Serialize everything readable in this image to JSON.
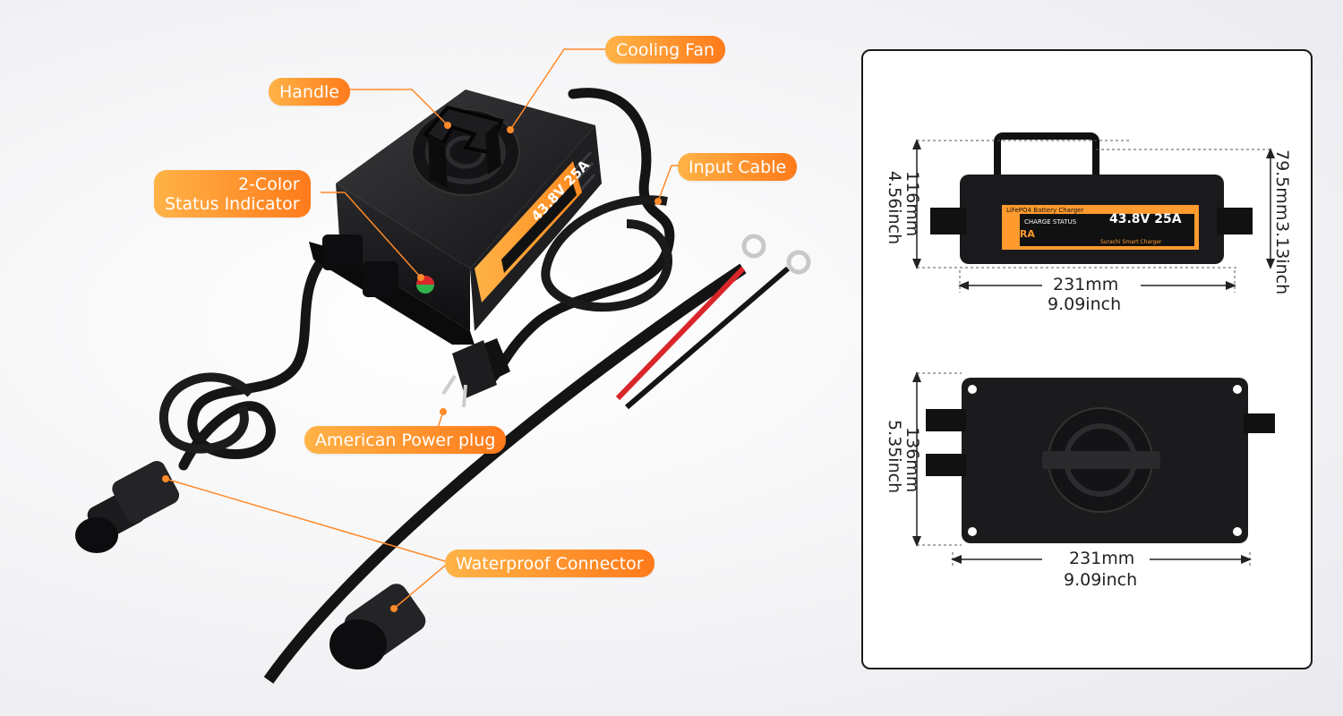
{
  "product": {
    "brand": "SURA",
    "label_title": "LiFePO4 Battery Charger",
    "rating": "43.8V 25A",
    "charge_status": "CHARGE STATUS",
    "subtitle": "Surachi Smart Charger"
  },
  "callouts": {
    "cooling_fan": "Cooling Fan",
    "handle": "Handle",
    "status_indicator_line1": "2-Color",
    "status_indicator_line2": "Status Indicator",
    "input_cable": "Input Cable",
    "power_plug": "American Power plug",
    "waterproof_connector": "Waterproof Connector"
  },
  "dimensions": {
    "side_height_mm": "116mm",
    "side_height_inch": "4.56inch",
    "side_depth_mm": "79.5mm",
    "side_depth_inch": "3.13inch",
    "side_width_mm": "231mm",
    "side_width_inch": "9.09inch",
    "bottom_height_mm": "136mm",
    "bottom_height_inch": "5.35inch",
    "bottom_width_mm": "231mm",
    "bottom_width_inch": "9.09inch"
  },
  "colors": {
    "accent_orange": "#ff7a1a",
    "accent_light": "#ffb347",
    "body_black": "#1b1b1d",
    "cable_red": "#d8262a"
  }
}
